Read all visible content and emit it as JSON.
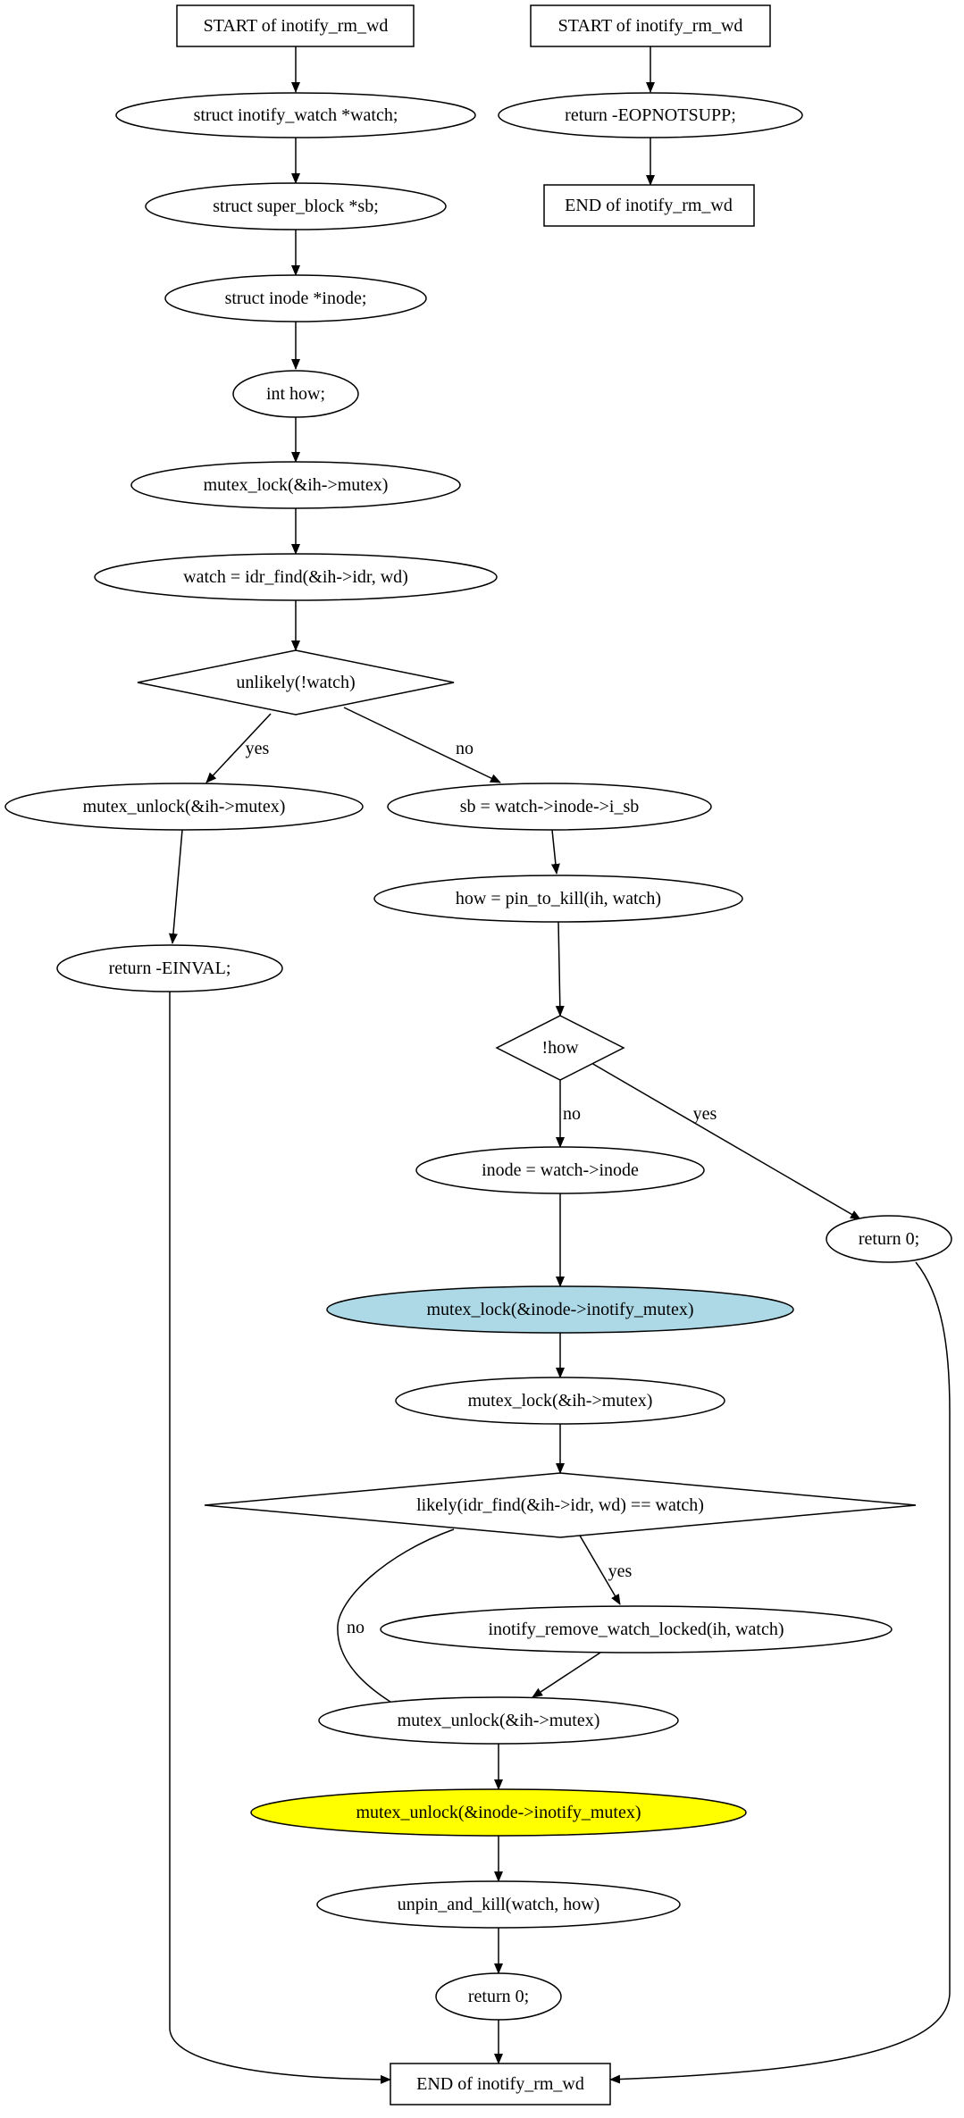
{
  "colors": {
    "default_fill": "#ffffff",
    "highlight_blue": "#add8e6",
    "highlight_yellow": "#ffff00"
  },
  "nodes": {
    "start_left": "START of inotify_rm_wd",
    "decl_watch": "struct inotify_watch *watch;",
    "decl_sb": "struct super_block *sb;",
    "decl_inode": "struct inode *inode;",
    "decl_how": "int how;",
    "lock_ih_1": "mutex_lock(&ih->mutex)",
    "idr_find": "watch = idr_find(&ih->idr, wd)",
    "unlikely_watch": "unlikely(!watch)",
    "unlock_ih_1": "mutex_unlock(&ih->mutex)",
    "return_einval": "return -EINVAL;",
    "sb_assign": "sb = watch->inode->i_sb",
    "pin_to_kill": "how = pin_to_kill(ih, watch)",
    "not_how": "!how",
    "return_zero_1": "return 0;",
    "inode_assign": "inode = watch->inode",
    "lock_inotify": "mutex_lock(&inode->inotify_mutex)",
    "lock_ih_2": "mutex_lock(&ih->mutex)",
    "likely_idr": "likely(idr_find(&ih->idr, wd) == watch)",
    "remove_watch": "inotify_remove_watch_locked(ih, watch)",
    "unlock_ih_2": "mutex_unlock(&ih->mutex)",
    "unlock_inotify": "mutex_unlock(&inode->inotify_mutex)",
    "unpin_kill": "unpin_and_kill(watch, how)",
    "return_zero_2": "return 0;",
    "end_left": "END of inotify_rm_wd",
    "start_right": "START of inotify_rm_wd",
    "return_eopnotsupp": "return -EOPNOTSUPP;",
    "end_right": "END of inotify_rm_wd"
  },
  "edge_labels": {
    "yes": "yes",
    "no": "no"
  }
}
